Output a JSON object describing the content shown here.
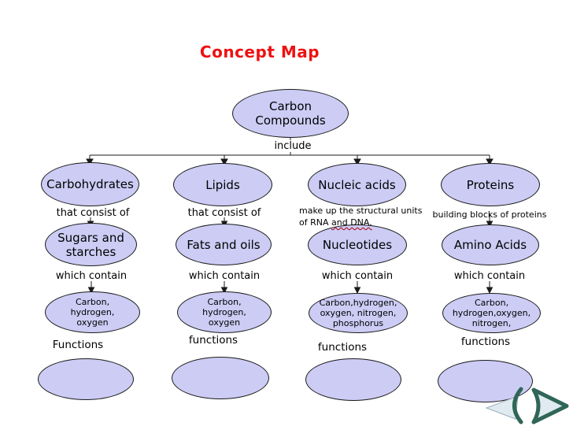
{
  "title": "Concept Map",
  "root": {
    "label": "Carbon Compounds",
    "connector_label": "include"
  },
  "columns": [
    {
      "category": "Carbohydrates",
      "link1": "that consist of",
      "subtype": "Sugars and starches",
      "link2": "which contain",
      "elements": "Carbon, hydrogen, oxygen",
      "functions_label": "Functions"
    },
    {
      "category": "Lipids",
      "link1": "that consist of",
      "subtype": "Fats and oils",
      "link2": "which contain",
      "elements": "Carbon, hydrogen, oxygen",
      "functions_label": "functions"
    },
    {
      "category": "Nucleic acids",
      "link1_line1": "make up the structural units",
      "link1_line2": "of RNA ",
      "link1_underlined": "and DNA.",
      "subtype": "Nucleotides",
      "link2": "which contain",
      "elements": "Carbon,hydrogen, oxygen, nitrogen, phosphorus",
      "functions_label": "functions"
    },
    {
      "category": "Proteins",
      "link1": "building blocks of proteins",
      "subtype": "Amino Acids",
      "link2": "which contain",
      "elements": "Carbon, hydrogen,oxygen, nitrogen,",
      "functions_label": "functions"
    }
  ],
  "icons": {
    "next_arrow": "next-arrow-icon"
  },
  "colors": {
    "title_red": "#ee1111",
    "ellipse_fill": "#ccccf5",
    "ellipse_stroke": "#1a1a1a",
    "spellcheck_underline": "#aa0000",
    "arrow_teal": "#2f6657",
    "arrow_light_fill": "#dfeaf1"
  }
}
